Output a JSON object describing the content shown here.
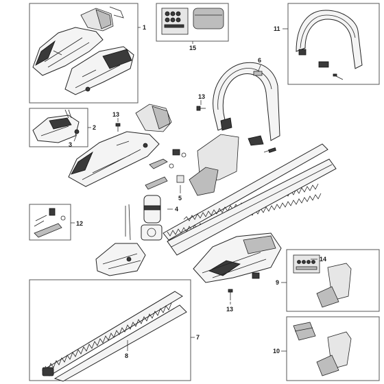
{
  "diagram": {
    "callouts": {
      "c1": "1",
      "c2": "2",
      "c3": "3",
      "c4": "4",
      "c5": "5",
      "c6": "6",
      "c7": "7",
      "c8": "8",
      "c9": "9",
      "c10": "10",
      "c11": "11",
      "c12": "12",
      "c13a": "13",
      "c13b": "13",
      "c13c": "13",
      "c14": "14",
      "c15": "15"
    }
  }
}
